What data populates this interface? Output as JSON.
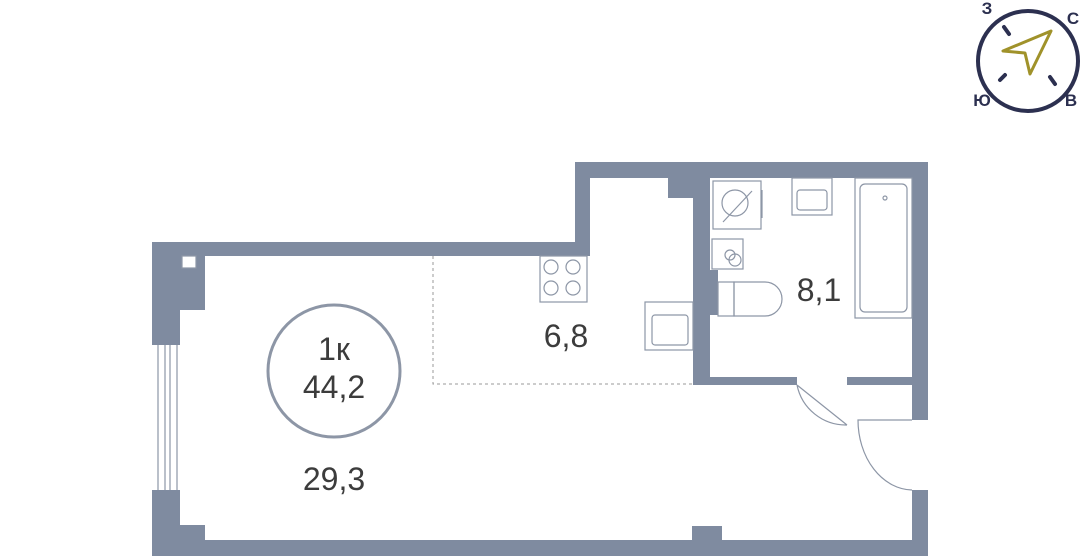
{
  "apartment": {
    "type_label": "1к",
    "total_area": "44,2"
  },
  "rooms": [
    {
      "name": "living-room",
      "area": "29,3"
    },
    {
      "name": "kitchen",
      "area": "6,8"
    },
    {
      "name": "bathroom",
      "area": "8,1"
    }
  ],
  "compass": {
    "north": "С",
    "west": "З",
    "south": "Ю",
    "east": "В"
  },
  "colors": {
    "wall": "#7f8ba0",
    "compass_ring": "#2c3050",
    "compass_arrow": "#a0922a"
  }
}
